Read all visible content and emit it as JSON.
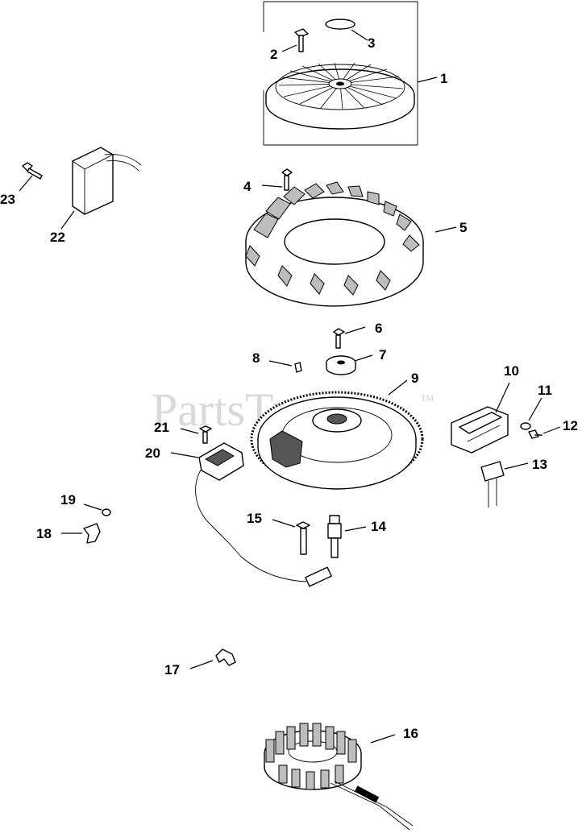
{
  "watermark": {
    "text": "PartsTree",
    "trademark": "TM"
  },
  "callouts": {
    "c1": "1",
    "c2": "2",
    "c3": "3",
    "c4": "4",
    "c5": "5",
    "c6": "6",
    "c7": "7",
    "c8": "8",
    "c9": "9",
    "c10": "10",
    "c11": "11",
    "c12": "12",
    "c13": "13",
    "c14": "14",
    "c15": "15",
    "c16": "16",
    "c17": "17",
    "c18": "18",
    "c19": "19",
    "c20": "20",
    "c21": "21",
    "c22": "22",
    "c23": "23"
  }
}
